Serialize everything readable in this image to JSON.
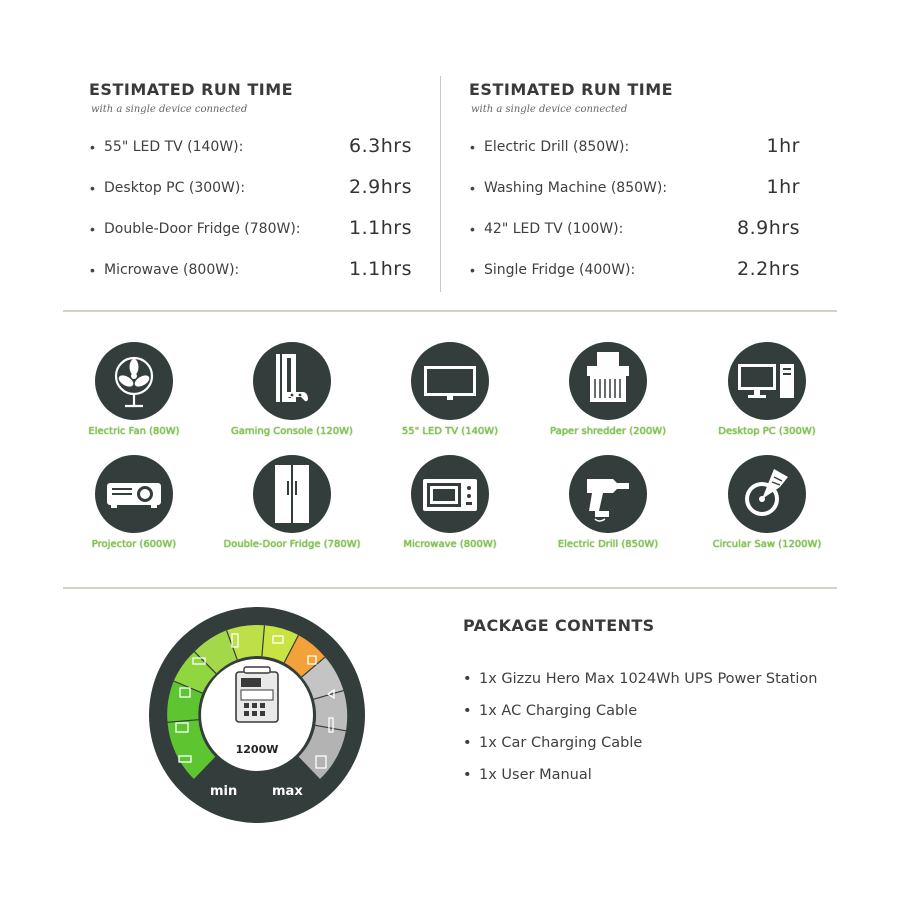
{
  "runtime_left": {
    "title": "ESTIMATED RUN TIME",
    "subtitle": "with a single device connected",
    "rows": [
      {
        "device": "55\" LED TV (140W):",
        "hours": "6.3hrs"
      },
      {
        "device": "Desktop PC (300W):",
        "hours": "2.9hrs"
      },
      {
        "device": "Double-Door Fridge (780W):",
        "hours": "1.1hrs"
      },
      {
        "device": "Microwave (800W):",
        "hours": "1.1hrs"
      }
    ]
  },
  "runtime_right": {
    "title": "ESTIMATED RUN TIME",
    "subtitle": "with a single device connected",
    "rows": [
      {
        "device": "Electric Drill (850W):",
        "hours": "1hr"
      },
      {
        "device": "Washing Machine (850W):",
        "hours": "1hr"
      },
      {
        "device": "42\" LED TV (100W):",
        "hours": "8.9hrs"
      },
      {
        "device": "Single Fridge (400W):",
        "hours": "2.2hrs"
      }
    ]
  },
  "bullet": "•",
  "devices": [
    {
      "label": "Electric Fan (80W)",
      "icon": "fan-icon"
    },
    {
      "label": "Gaming Console (120W)",
      "icon": "game-console-icon"
    },
    {
      "label": "55\" LED TV (140W)",
      "icon": "tv-icon"
    },
    {
      "label": "Paper shredder (200W)",
      "icon": "shredder-icon"
    },
    {
      "label": "Desktop PC (300W)",
      "icon": "desktop-pc-icon"
    },
    {
      "label": "Projector (600W)",
      "icon": "projector-icon"
    },
    {
      "label": "Double-Door Fridge (780W)",
      "icon": "fridge-icon"
    },
    {
      "label": "Microwave (800W)",
      "icon": "microwave-icon"
    },
    {
      "label": "Electric Drill (850W)",
      "icon": "drill-icon"
    },
    {
      "label": "Circular Saw (1200W)",
      "icon": "circular-saw-icon"
    }
  ],
  "gauge": {
    "center_label": "1200W",
    "min_label": "min",
    "max_label": "max",
    "colors": {
      "ring": "#333d3b",
      "green": "#5cc52f",
      "lime": "#a3d84a",
      "yellow": "#d7e441",
      "orange": "#f3a23a",
      "gray": "#b9b9b9"
    }
  },
  "package": {
    "title": "PACKAGE CONTENTS",
    "items": [
      "1x Gizzu Hero Max 1024Wh UPS Power Station",
      "1x AC Charging Cable",
      "1x Car Charging Cable",
      "1x User Manual"
    ]
  },
  "colors": {
    "accent_green": "#7ccf3c",
    "icon_bg": "#333d3b",
    "divider": "#cfd5c6"
  }
}
